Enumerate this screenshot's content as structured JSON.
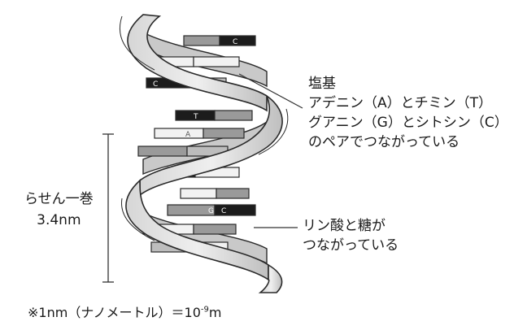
{
  "base_label": {
    "line1": "塩基",
    "line2": "アデニン（A）とチミン（T）",
    "line3": "グアニン（G）とシトシン（C）",
    "line4": "のペアでつながっている"
  },
  "phosphate_label": {
    "line1": "リン酸と糖が",
    "line2": "つながっている"
  },
  "pitch_label": {
    "line1": "らせん一巻",
    "line2": "3.4nm"
  },
  "footnote": {
    "text_before": "※1nm（ナノメートル）＝10",
    "exponent": "-9",
    "text_after": "m"
  },
  "base_letters": {
    "c": "C",
    "t": "T",
    "a": "A",
    "g": "G"
  },
  "colors": {
    "ribbon": "#e8e8e8",
    "ribbon_inner": "#bdbdbd",
    "outline": "#2a2a2a",
    "base_light": "#f2f2f2",
    "base_mid": "#9a9a9a",
    "base_dark": "#1c1c1c"
  }
}
